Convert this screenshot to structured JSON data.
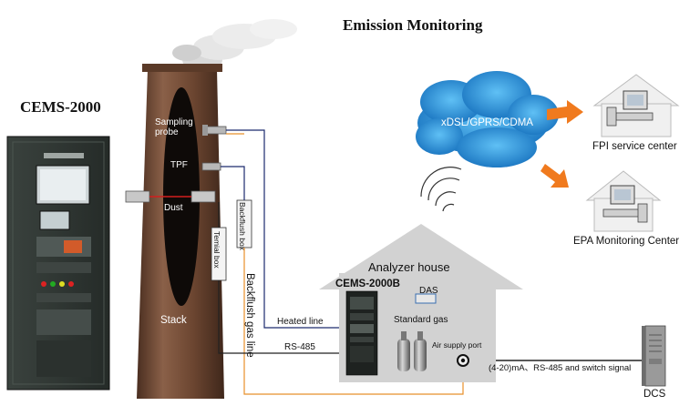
{
  "title": "Emission Monitoring",
  "cabinet": {
    "name": "CEMS-2000"
  },
  "stack": {
    "label": "Stack",
    "sampling_probe": "Sampling\nprobe",
    "tpf": "TPF",
    "dust": "Dust"
  },
  "boxes": {
    "backflush_box": "Backflush box",
    "terminal_box": "Temial box"
  },
  "lines": {
    "backflush_gas_line": "Backflush gas line",
    "heated_line": "Heated line",
    "rs485": "RS-485",
    "signal": "(4-20)mA、RS-485 and switch signal"
  },
  "network": {
    "cloud_label": "xDSL/GPRS/CDMA"
  },
  "centers": {
    "fpi": "FPI service center",
    "epa": "EPA Monitoring Center"
  },
  "house": {
    "title": "Analyzer house",
    "analyzer": "CEMS-2000B",
    "das": "DAS",
    "standard_gas": "Standard gas",
    "air_supply_port": "Air supply port"
  },
  "dcs": {
    "label": "DCS"
  },
  "colors": {
    "stack_brown": "#6b4530",
    "cloud_blue": "#1f8fd6",
    "heated_line": "#1c2a6e",
    "backflush_line": "#e8902a",
    "arrow_orange": "#f07a1e",
    "house_gray": "#cfcfcf",
    "cabinet_dark": "#2f3633"
  }
}
